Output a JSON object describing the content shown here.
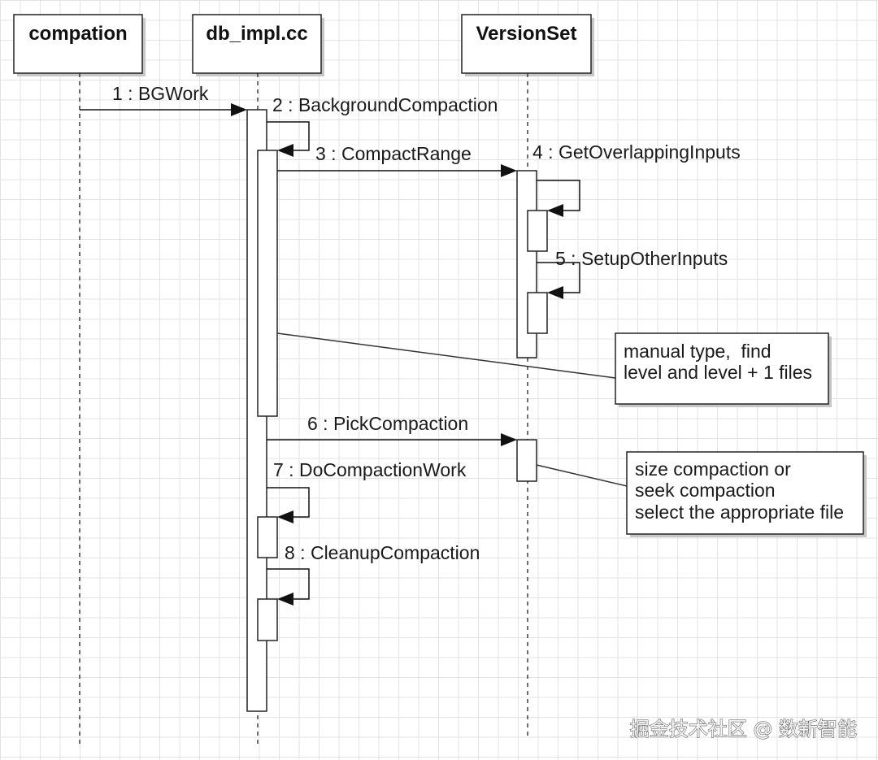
{
  "lifelines": [
    {
      "name": "compation"
    },
    {
      "name": "db_impl.cc"
    },
    {
      "name": "VersionSet"
    }
  ],
  "messages": [
    {
      "label": "1 : BGWork"
    },
    {
      "label": "2 : BackgroundCompaction"
    },
    {
      "label": "3 : CompactRange"
    },
    {
      "label": "4 : GetOverlappingInputs"
    },
    {
      "label": "5 : SetupOtherInputs"
    },
    {
      "label": "6 : PickCompaction"
    },
    {
      "label": "7 : DoCompactionWork"
    },
    {
      "label": "8 : CleanupCompaction"
    }
  ],
  "notes": [
    {
      "lines": [
        "manual type,  find",
        "level and level + 1 files"
      ]
    },
    {
      "lines": [
        "size compaction or",
        "seek compaction",
        "select the appropriate file"
      ]
    }
  ],
  "watermark": "掘金技术社区 @ 数新智能"
}
